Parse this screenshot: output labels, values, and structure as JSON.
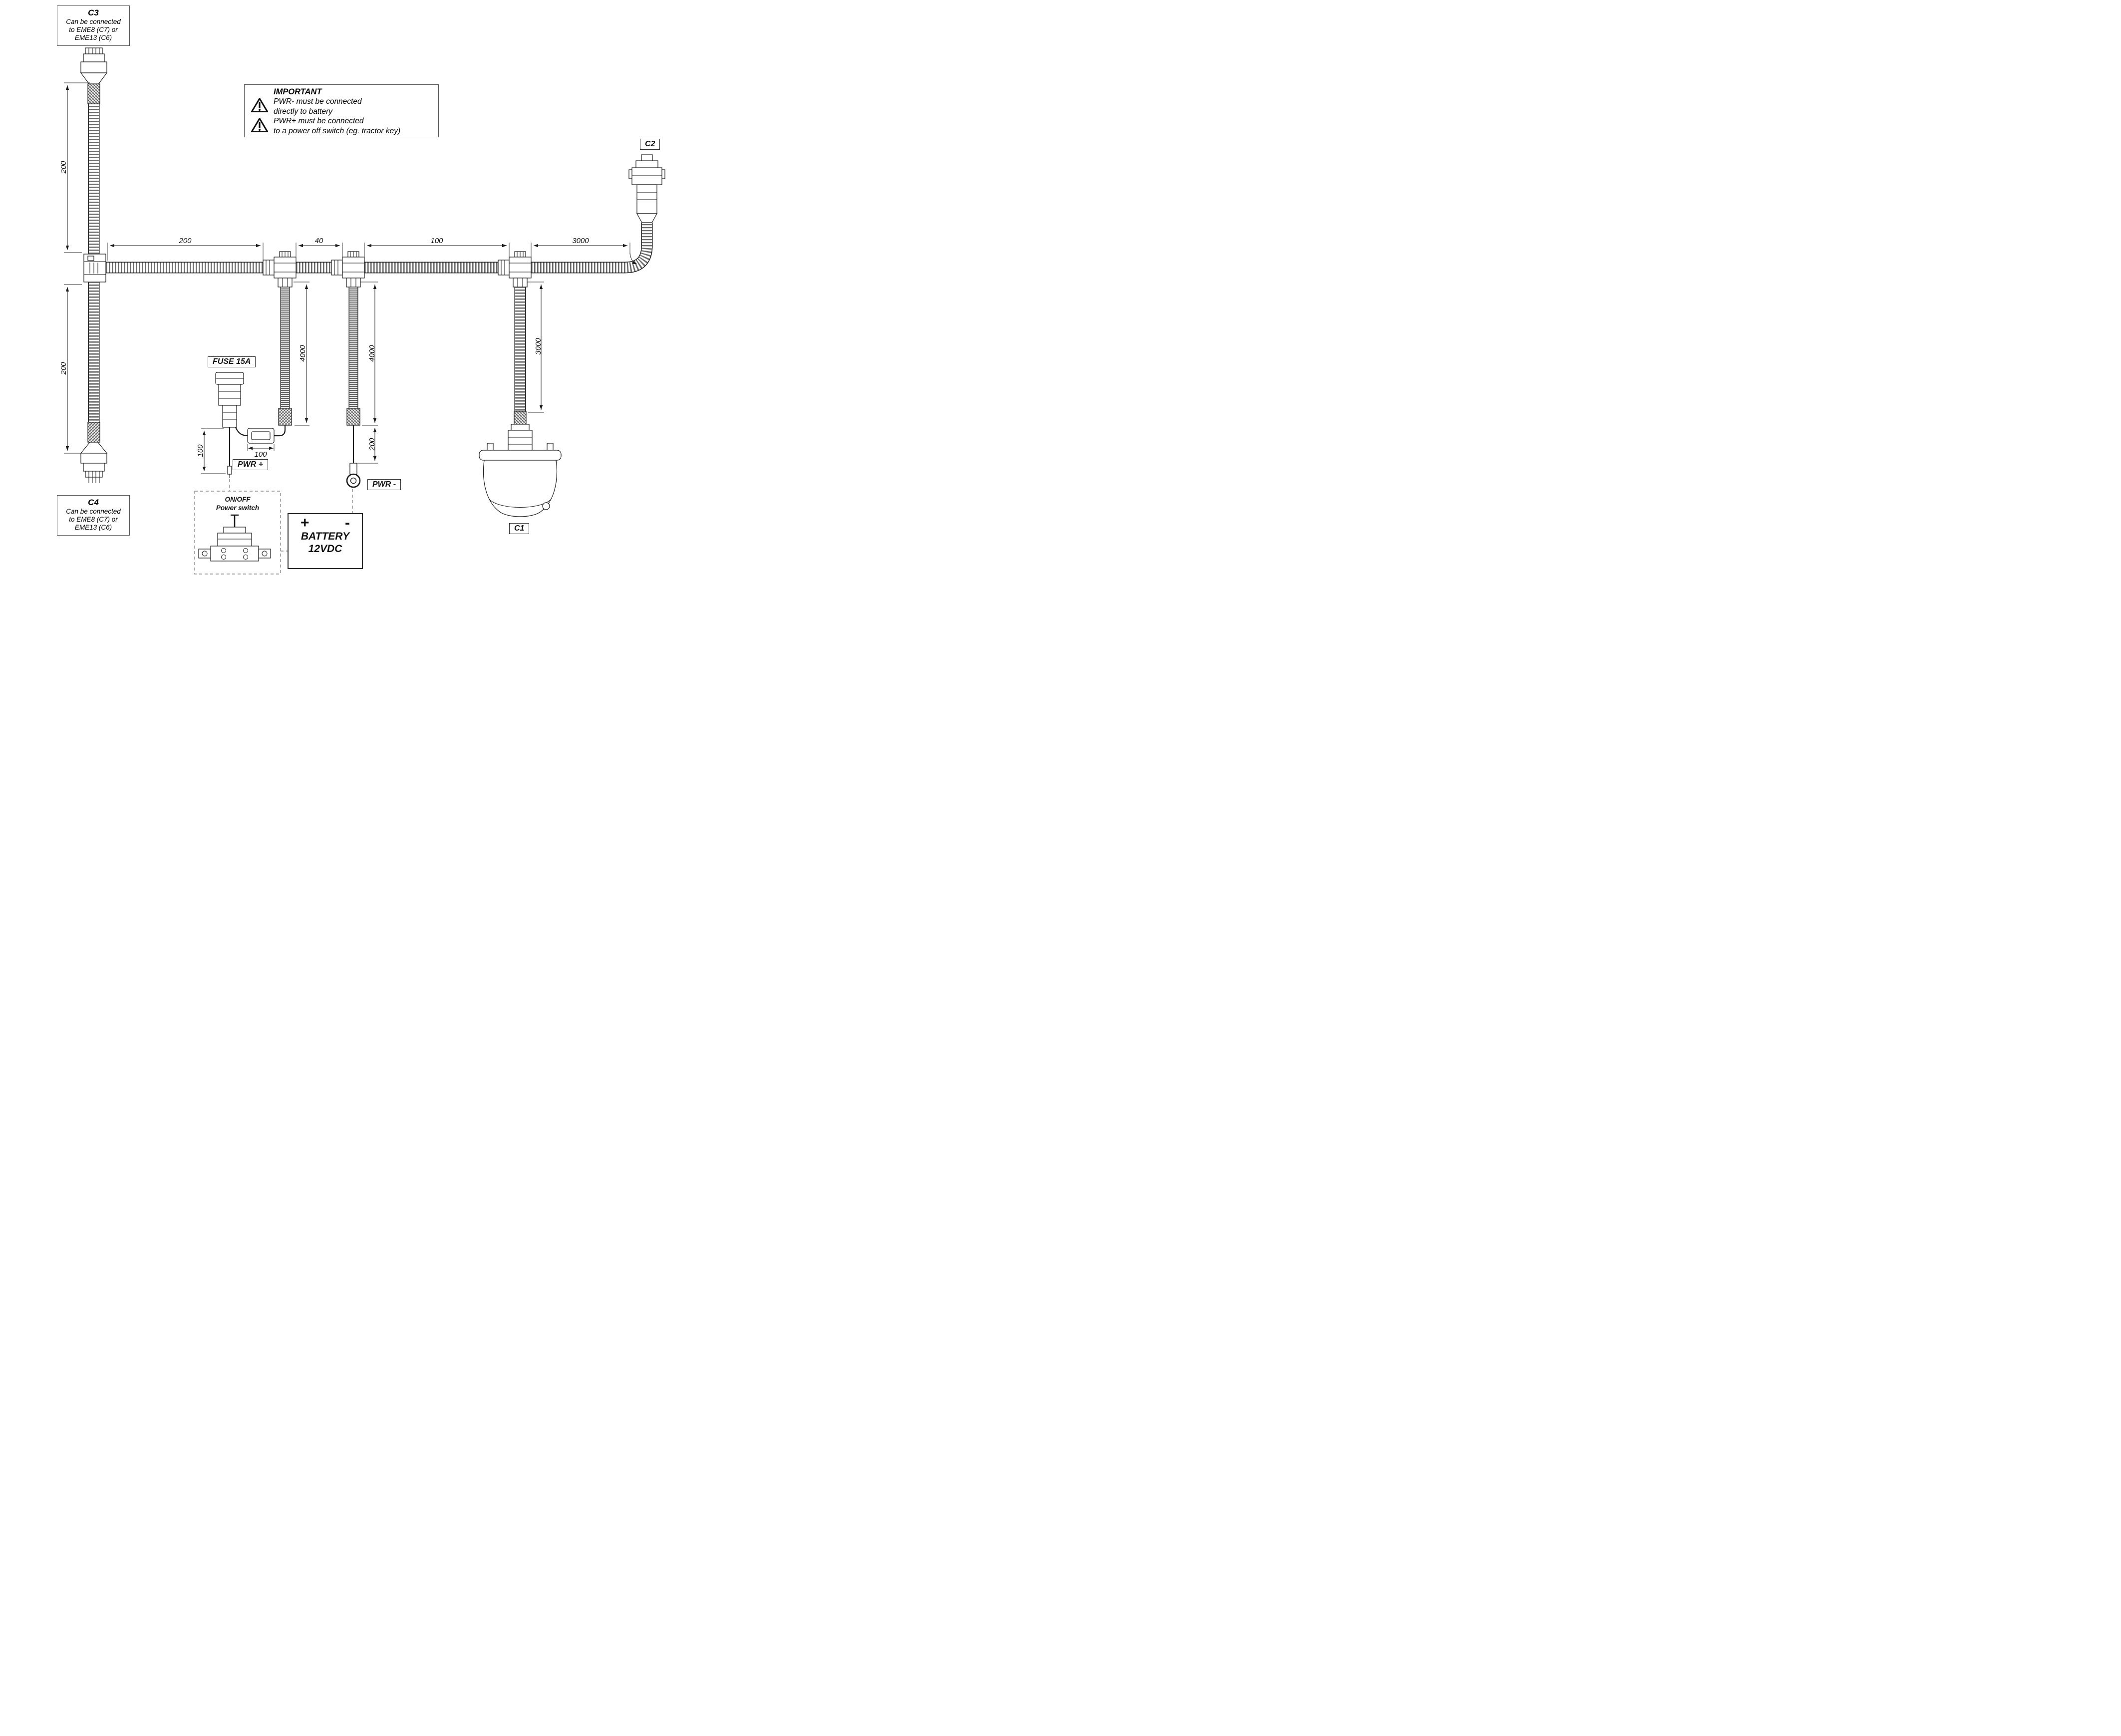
{
  "connectors": {
    "c1": {
      "label": "C1"
    },
    "c2": {
      "label": "C2"
    },
    "c3": {
      "label": "C3",
      "note_lines": [
        "Can be connected",
        "to EME8 (C7) or",
        "EME13 (C6)"
      ]
    },
    "c4": {
      "label": "C4",
      "note_lines": [
        "Can be connected",
        "to EME8 (C7) or",
        "EME13 (C6)"
      ]
    }
  },
  "warning": {
    "title": "IMPORTANT",
    "lines": [
      "PWR- must be connected",
      "directly to battery",
      "PWR+ must be connected",
      "to a power off switch (eg. tractor key)"
    ]
  },
  "components": {
    "fuse": {
      "label": "FUSE 15A"
    },
    "pwr_plus": {
      "label": "PWR +"
    },
    "pwr_minus": {
      "label": "PWR -"
    },
    "switch": {
      "lines": [
        "ON/OFF",
        "Power switch"
      ]
    },
    "battery": {
      "plus": "+",
      "minus": "-",
      "lines": [
        "BATTERY",
        "12VDC"
      ]
    }
  },
  "dimensions": {
    "c3_branch_length": "200",
    "c4_branch_length": "200",
    "segment_1": "200",
    "segment_2": "40",
    "segment_3": "100",
    "segment_4": "3000",
    "fuse_drop": "4000",
    "pwr_minus_drop": "4000",
    "c1_drop": "3000",
    "fuse_tail": "100",
    "pwr_plus_jumper": "100",
    "pwr_minus_tail": "200"
  }
}
